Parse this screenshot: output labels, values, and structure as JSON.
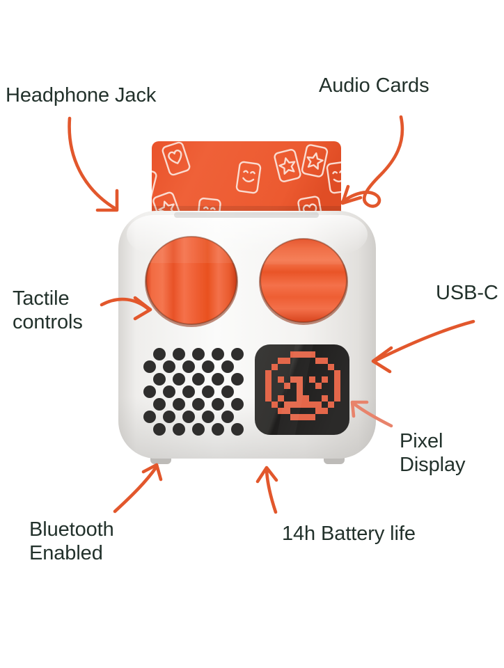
{
  "image": {
    "subject": "portable audio player product photo with feature callouts",
    "background_color": "#ffffff",
    "accent_color": "#ec5d33",
    "text_color": "#22312b",
    "body_color": "#f2f1ef",
    "screen_color": "#2e2d2c"
  },
  "callouts": [
    {
      "id": "headphone-jack",
      "text": "Headphone Jack",
      "arrow": "curve-down-right"
    },
    {
      "id": "audio-cards",
      "text": "Audio Cards",
      "arrow": "loop-down-left"
    },
    {
      "id": "tactile",
      "text": "Tactile\ncontrols",
      "arrow": "curve-right"
    },
    {
      "id": "usb-c",
      "text": "USB-C",
      "arrow": "curve-left"
    },
    {
      "id": "pixel-display",
      "text": "Pixel\nDisplay",
      "arrow": "short-up-left"
    },
    {
      "id": "bluetooth",
      "text": "Bluetooth\nEnabled",
      "arrow": "curve-up-right"
    },
    {
      "id": "battery",
      "text": "14h Battery life",
      "arrow": "up"
    }
  ],
  "device": {
    "name": "audio player",
    "card_label": "audio card",
    "card_pattern_icons": [
      "heart",
      "star",
      "smiley"
    ],
    "knob_left": "ridged orange knob",
    "knob_right": "ridged orange knob",
    "speaker": "perforated speaker grille",
    "display": "pixel smiley face display",
    "feet": 2
  }
}
